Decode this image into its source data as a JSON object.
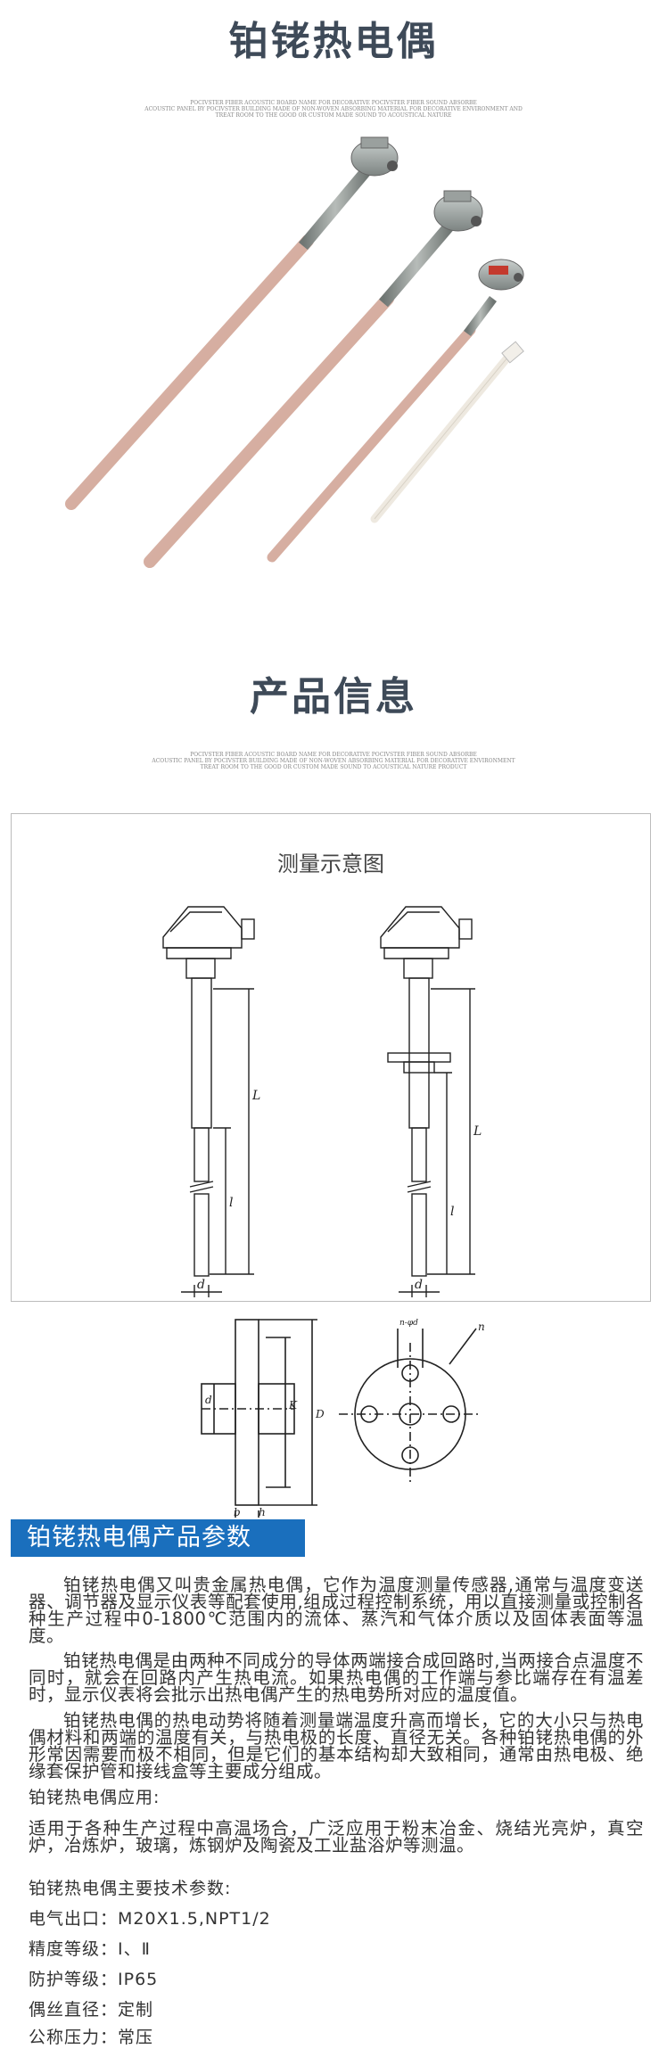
{
  "header": {
    "title": "铂铑热电偶"
  },
  "tiny_lines_1": [
    "POCIVSTER FIBER ACOUSTIC BOARD NAME FOR DECORATIVE POCIVSTER FIBER SOUND ABSORBE",
    "ACOUSTIC PANEL BY POCIVSTER BUILDING MADE OF NON-WOVEN ABSORBING MATERIAL FOR DECORATIVE ENVIRONMENT AND",
    "TREAT ROOM TO THE GOOD OR CUSTOM MADE SOUND TO ACOUSTICAL NATURE"
  ],
  "section": {
    "title": "产品信息"
  },
  "tiny_lines_2": [
    "POCIVSTER FIBER ACOUSTIC BOARD NAME FOR DECORATIVE POCIVSTER FIBER SOUND ABSORBE",
    "ACOUSTIC PANEL BY POCIVSTER BUILDING MADE OF NON-WOVEN ABSORBING MATERIAL FOR DECORATIVE ENVIRONMENT",
    "TREAT ROOM TO THE GOOD OR CUSTOM MADE SOUND TO ACOUSTICAL NATURE PRODUCT"
  ],
  "diagram": {
    "title": "测量示意图",
    "dim_l": "l",
    "dim_L": "L",
    "dim_d": "d"
  },
  "flange": {
    "D": "D",
    "K": "K",
    "d": "d",
    "n": "n",
    "b": "b",
    "h": "h",
    "hole": "n-φd"
  },
  "params_title": "铂铑热电偶产品参数",
  "paragraphs": [
    "铂铑热电偶又叫贵金属热电偶，它作为温度测量传感器,通常与温度变送器、调节器及显示仪表等配套使用,组成过程控制系统，用以直接测量或控制各种生产过程中0-1800℃范围内的流体、蒸汽和气体介质以及固体表面等温度。",
    "铂铑热电偶是由两种不同成分的导体两端接合成回路时,当两接合点温度不同时，就会在回路内产生热电流。如果热电偶的工作端与参比端存在有温差时，显示仪表将会批示出热电偶产生的热电势所对应的温度值。",
    "铂铑热电偶的热电动势将随着测量端温度升高而增长，它的大小只与热电偶材料和两端的温度有关，与热电极的长度、直径无关。各种铂铑热电偶的外形常因需要而极不相同，但是它们的基本结构却大致相同，通常由热电极、绝缘套保护管和接线盒等主要成分组成。"
  ],
  "application": {
    "label": "铂铑热电偶应用:",
    "text": "适用于各种生产过程中高温场合，广泛应用于粉末冶金、烧结光亮炉，真空炉，冶炼炉，玻璃，炼钢炉及陶瓷及工业盐浴炉等测温。"
  },
  "specs_title": "铂铑热电偶主要技术参数:",
  "specs": [
    {
      "k": "电气出口",
      "v": "M20X1.5,NPT1/2"
    },
    {
      "k": "精度等级",
      "v": "Ⅰ、Ⅱ"
    },
    {
      "k": "防护等级",
      "v": "IP65"
    },
    {
      "k": "偶丝直径",
      "v": "定制"
    },
    {
      "k": "公称压力",
      "v": "常压"
    }
  ],
  "colors": {
    "title": "#3e4a58",
    "bar": "#1a6fbd",
    "ceramic": "#dcb9ae",
    "metal": "#8c9390"
  }
}
